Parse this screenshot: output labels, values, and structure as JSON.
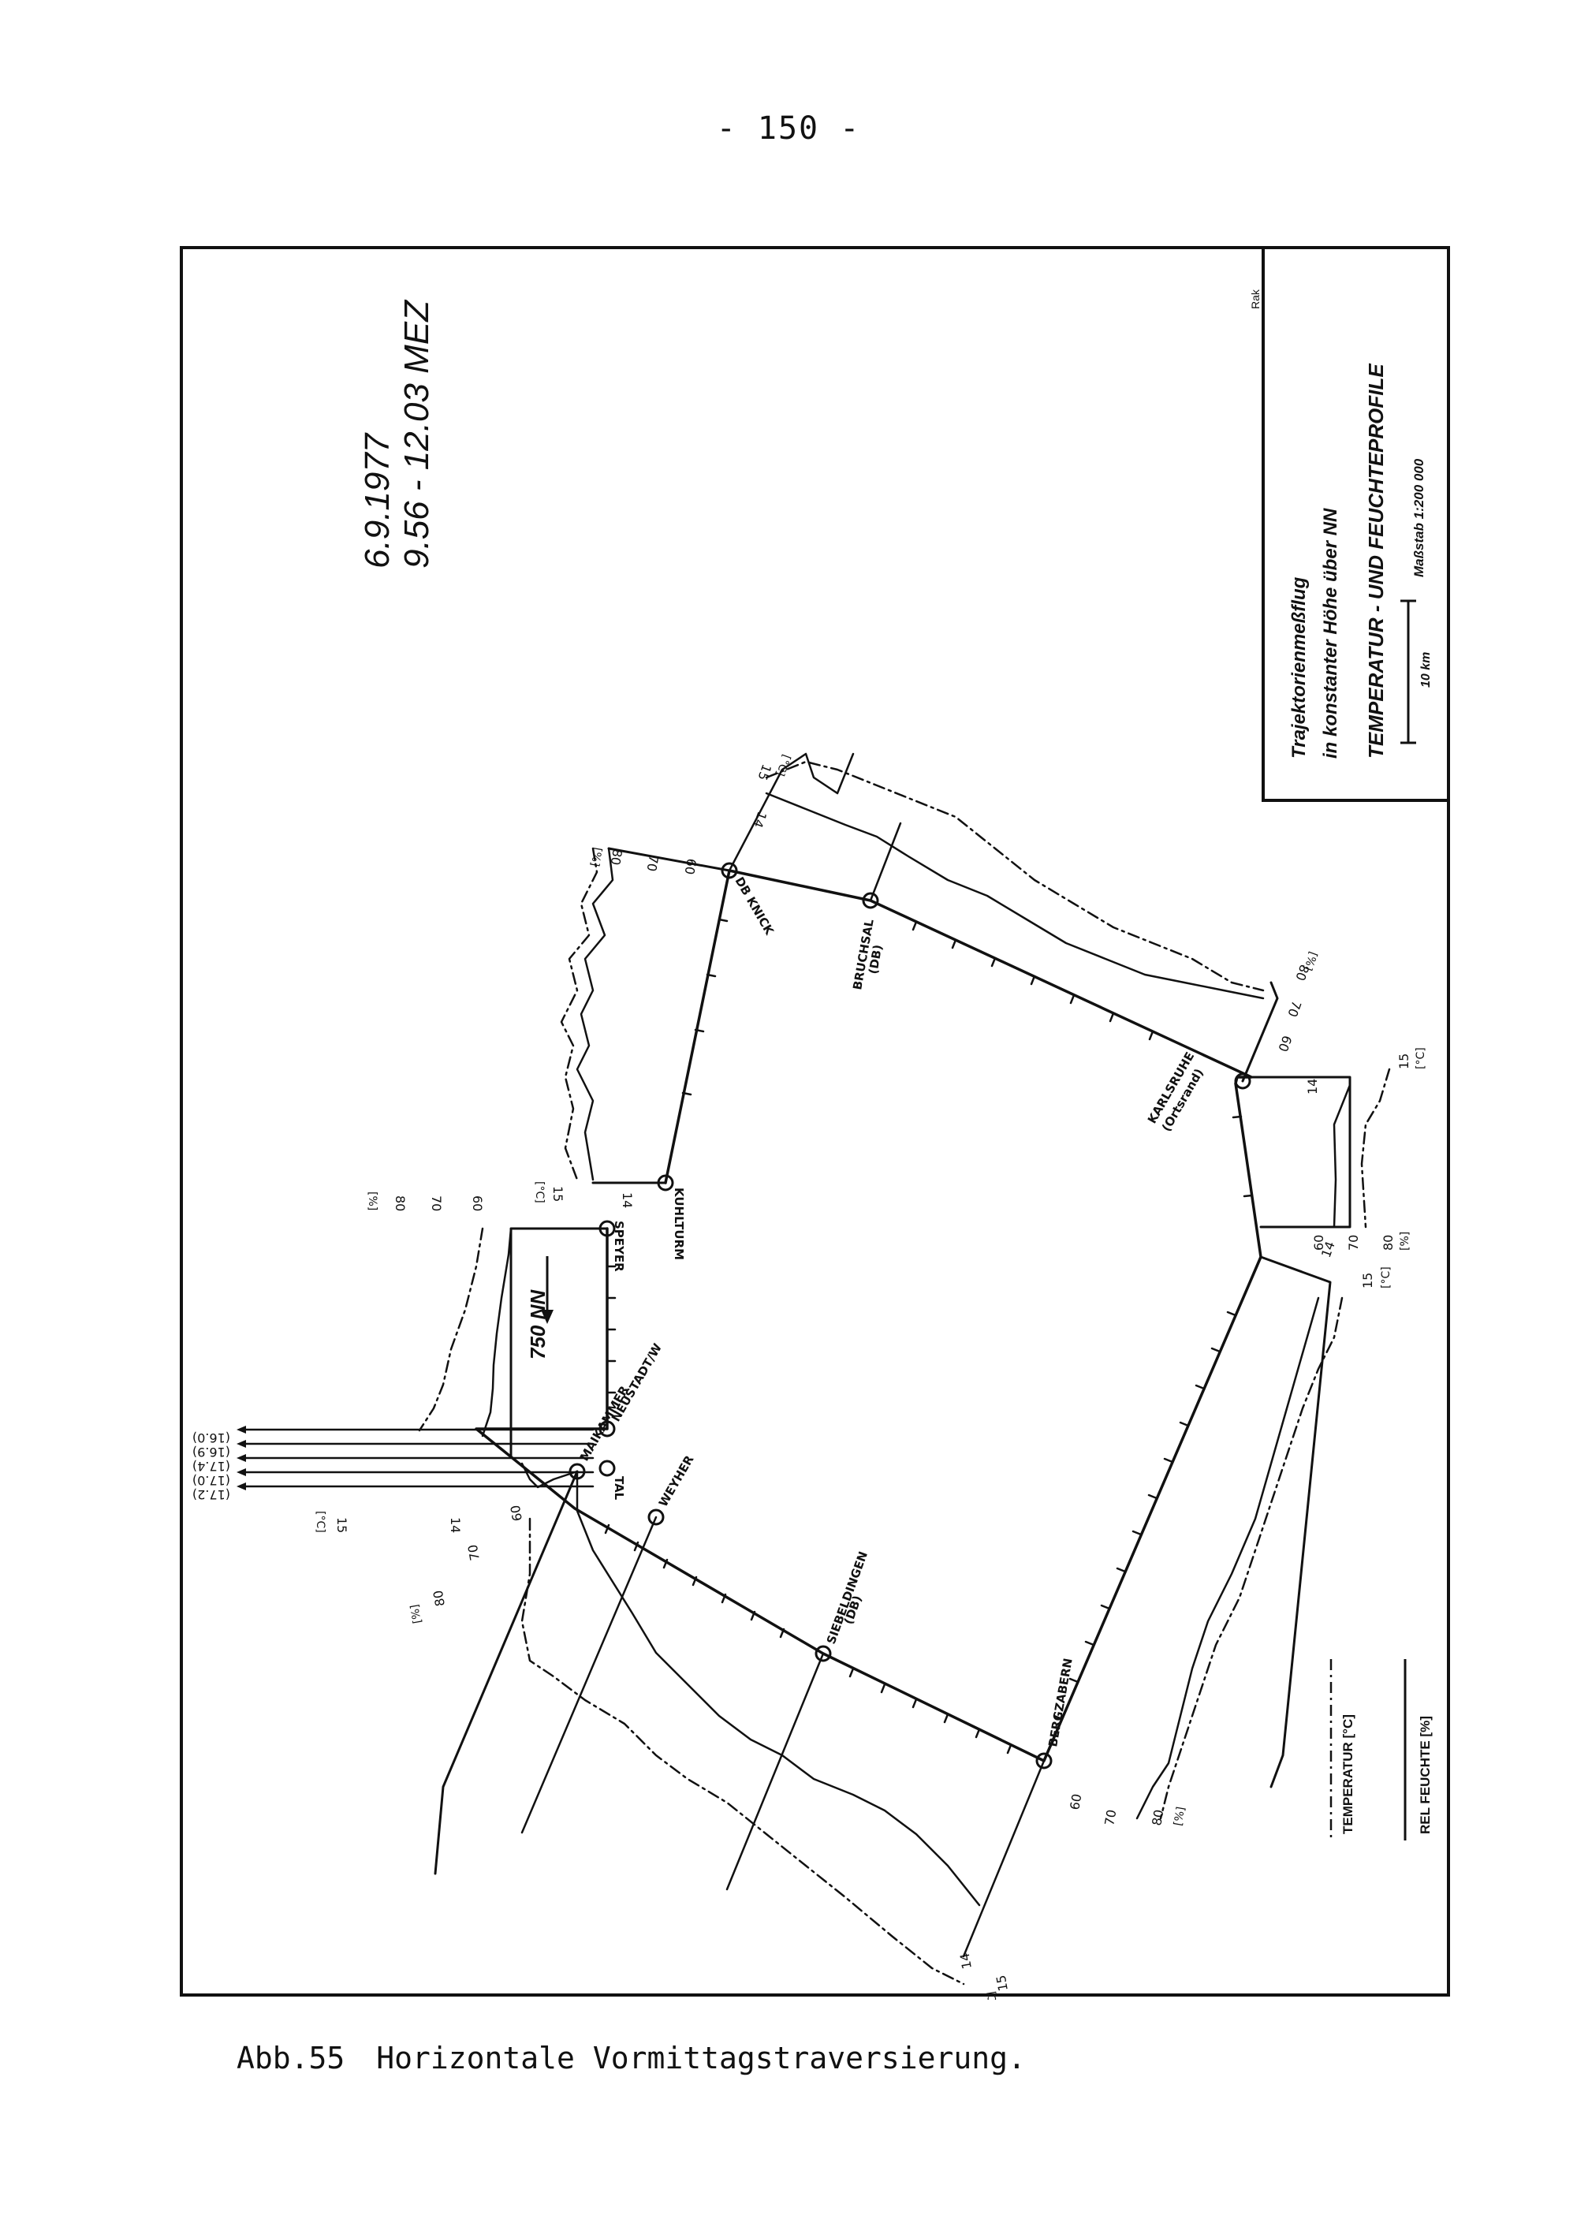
{
  "page_number": "- 150 -",
  "figure": {
    "date": "6.9.1977",
    "time": "9.56 - 12.03 MEZ",
    "direction": "750 NN",
    "stamp": "Rak",
    "legend": {
      "title1": "Trajektorienmeßflug",
      "title2": "in konstanter Höhe über NN",
      "title3": "TEMPERATUR - UND FEUCHTEPROFILE",
      "scale_label": "10 km",
      "scale_text": "Maßstab 1:200 000"
    },
    "key": {
      "temperature": "TEMPERATUR [°C]",
      "humidity": "REL FEUCHTE [%]"
    },
    "stations": {
      "speyer": "SPEYER",
      "neustadt": "NEUSTADT/W",
      "tal": "TAL",
      "maikammer": "MAIKAMMER",
      "weyher": "WEYHER",
      "siebeldingen": "SIEBELDINGEN",
      "siebeldingen_db": "(DB)",
      "bergzabern": "BERGZABERN",
      "kuhlturm": "KUHLTURM",
      "db_knick": "DB KNICK",
      "bruchsal": "BRUCHSAL",
      "bruchsal_db": "(DB)",
      "karlsruhe": "KARLSRUHE",
      "karlsruhe_ort": "(Ortsrand)"
    },
    "off_scale": [
      "(16.0)",
      "(16.9)",
      "(17.4)",
      "(17.0)",
      "(17.2)"
    ],
    "units": {
      "celsius": "[°C]",
      "percent": "[%]"
    },
    "ticks": {
      "t14": "14",
      "t15": "15",
      "h60": "60",
      "h70": "70",
      "h80": "80"
    }
  },
  "caption": {
    "label": "Abb.55",
    "text": "Horizontale Vormittagstraversierung."
  }
}
